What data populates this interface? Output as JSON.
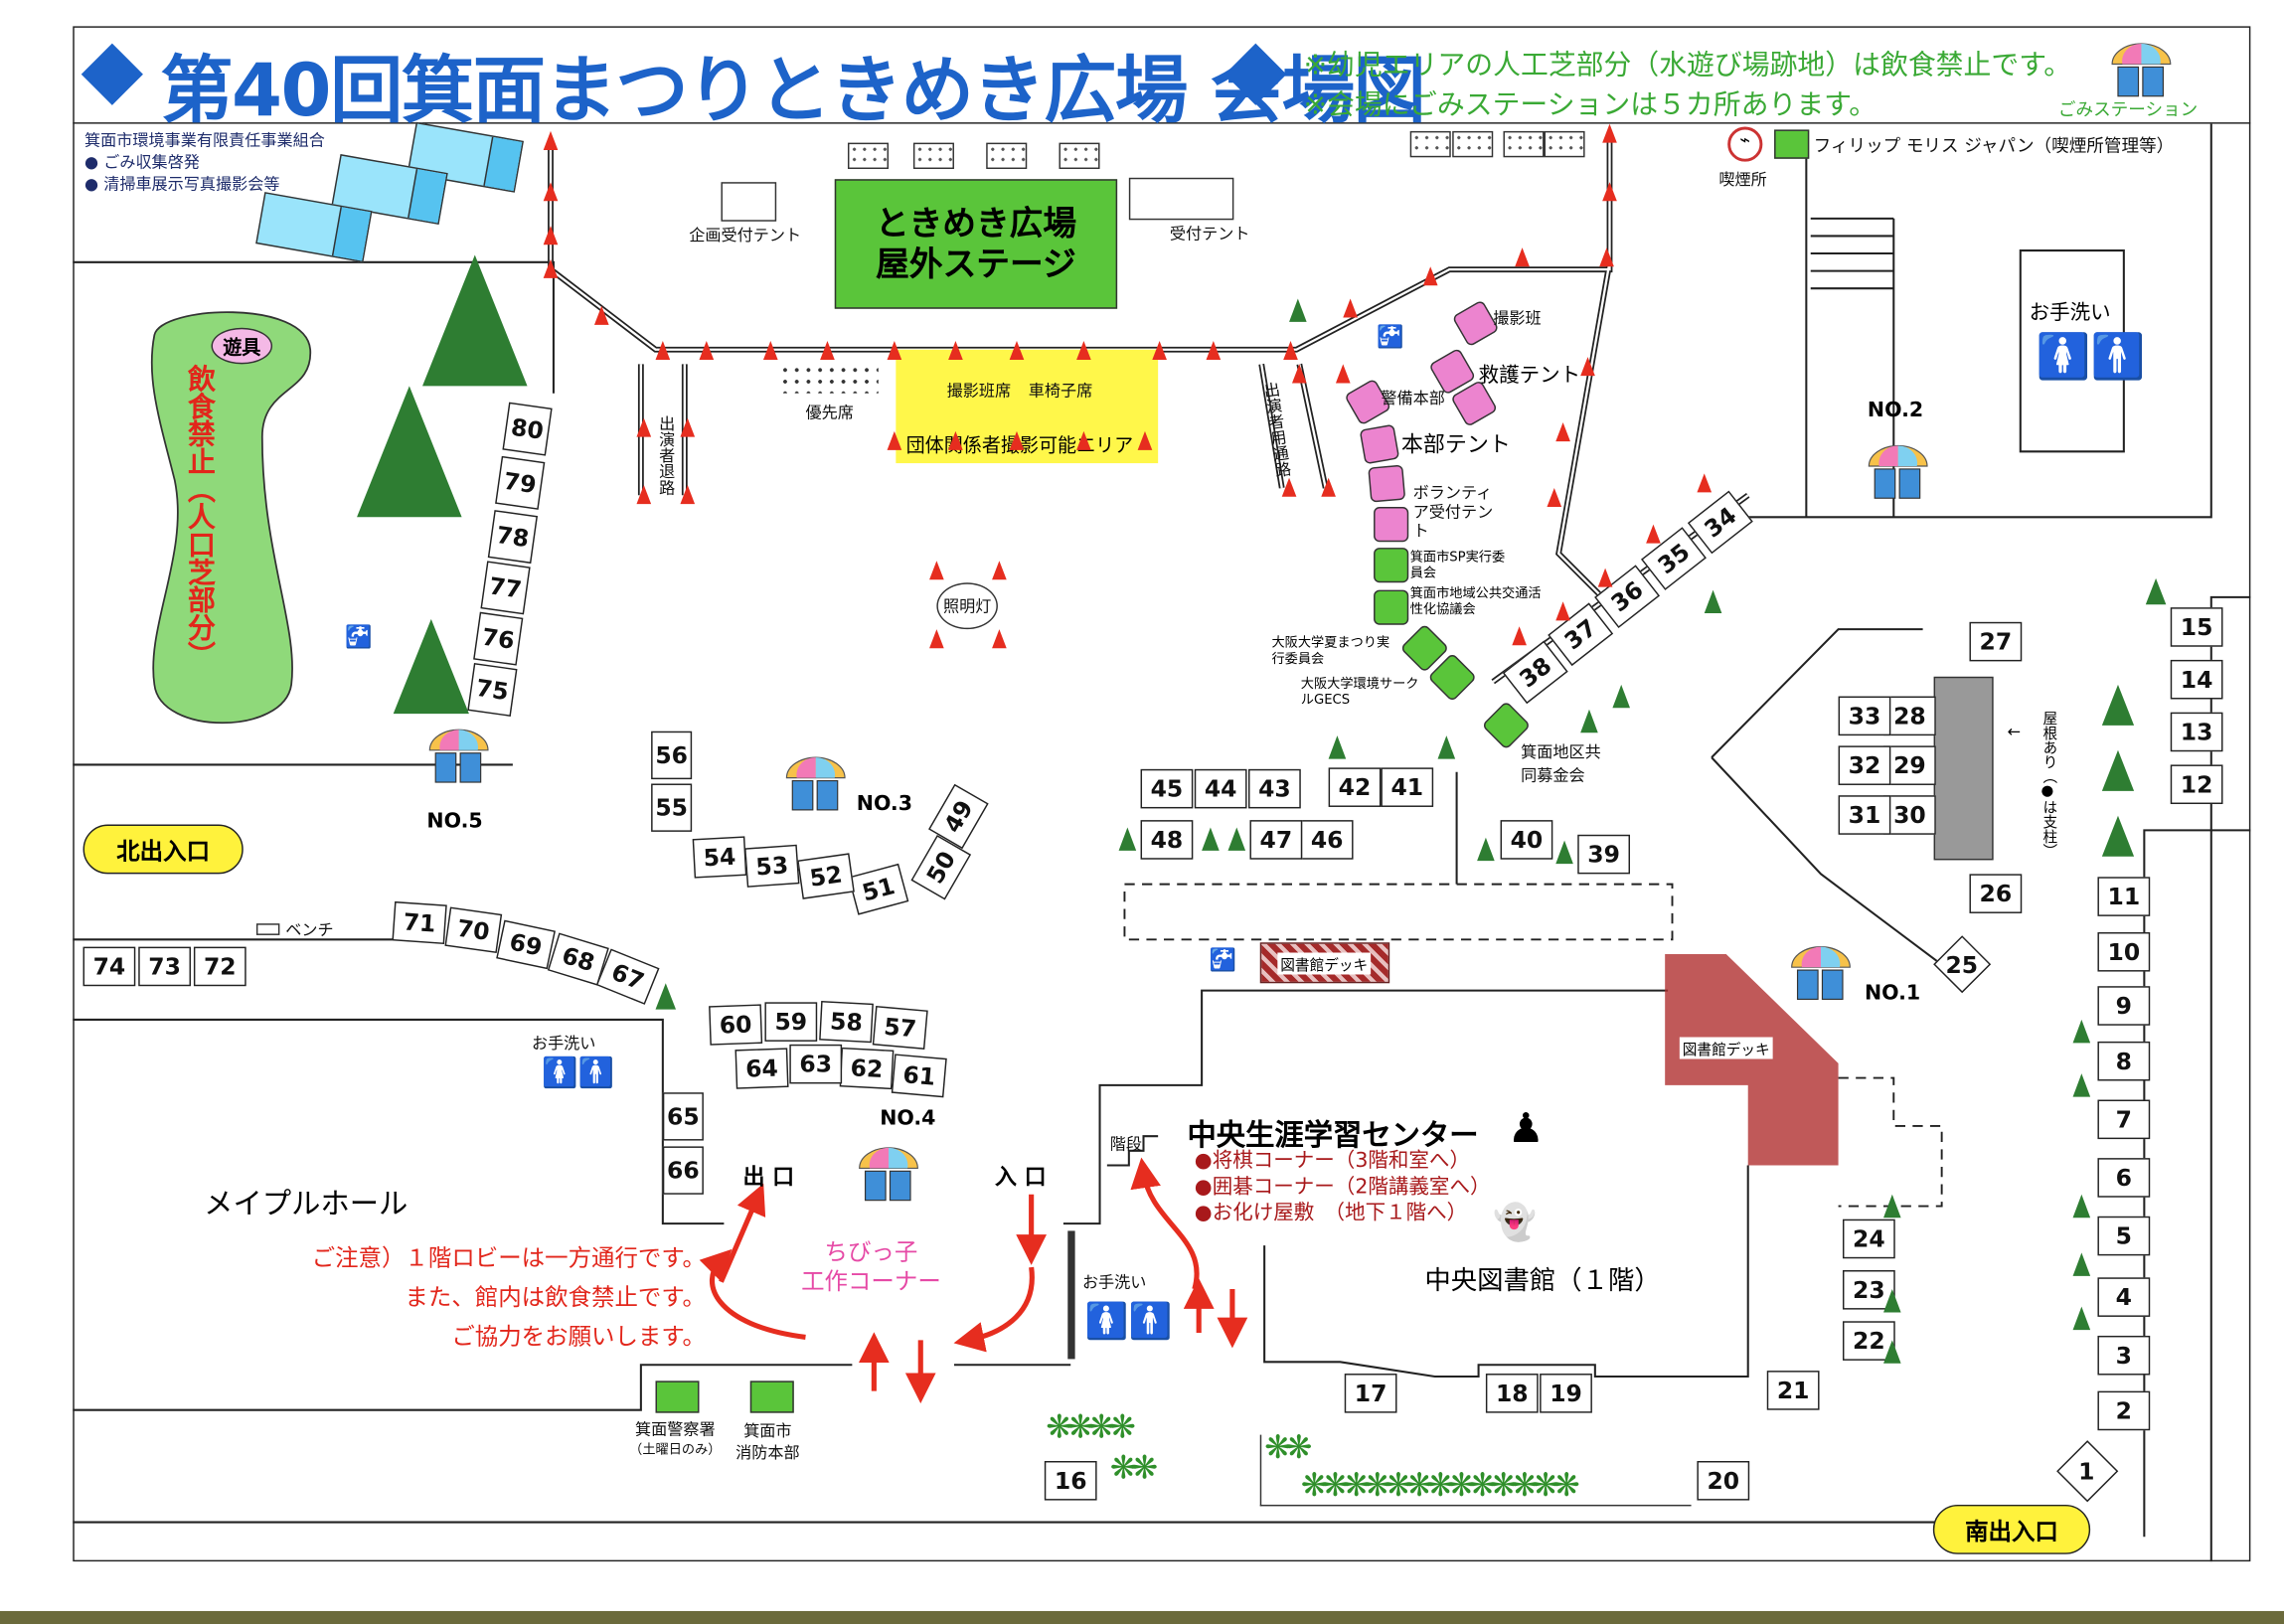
{
  "header": {
    "title": "第40回箕面まつりときめき広場 会場図",
    "notes": [
      "※幼児エリアの人工芝部分（水遊び場跡地）は飲食禁止です。",
      "※会場にごみステーションは５カ所あります。"
    ],
    "garbage_station_label": "ごみステーション"
  },
  "legend": {
    "smoking_label": "喫煙所",
    "pmj_label": "フィリップ モリス ジャパン（喫煙所管理等）"
  },
  "sponsor": {
    "name": "箕面市環境事業有限責任事業組合",
    "items": [
      "● ごみ収集啓発",
      "● 清掃車展示写真撮影会等"
    ]
  },
  "stage": {
    "line1": "ときめき広場",
    "line2": "屋外ステージ",
    "reception_planning": "企画受付テント",
    "reception": "受付テント",
    "priority_seats": "優先席",
    "camera_seats": "撮影班席",
    "wheelchair_seats": "車椅子席",
    "photo_area": "団体関係者撮影可能エリア",
    "performer_exit": "出演者退路",
    "performer_path": "出演者用通路",
    "light": "照明灯"
  },
  "tents": {
    "photo_team": "撮影班",
    "rescue": "救護テント",
    "security": "警備本部",
    "hq": "本部テント",
    "volunteer": "ボランティア受付テント",
    "sp_committee": "箕面市SP実行委員会",
    "transport": "箕面市地域公共交通活性化協議会",
    "osaka_summer": "大阪大学夏まつり実行委員会",
    "osaka_gecs": "大阪大学環境サークルGECS",
    "community_chest": "箕面地区共同募金会"
  },
  "play": {
    "toy": "遊具",
    "no_food": "飲食禁止（人口芝部分）"
  },
  "entrances": {
    "north": "北出入口",
    "south": "南出入口",
    "exit": "出 口",
    "enter": "入 口"
  },
  "stations": {
    "no1": "NO.1",
    "no2": "NO.2",
    "no3": "NO.3",
    "no4": "NO.4",
    "no5": "NO.5"
  },
  "facilities": {
    "bench": "ベンチ",
    "toilet": "お手洗い",
    "maple_hall": "メイプルホール",
    "stairs": "階段",
    "library_deck": "図書館デッキ",
    "roof_note": "屋根あり（●は支柱）",
    "kids_corner_1": "ちびっ子",
    "kids_corner_2": "工作コーナー",
    "police": "箕面警察署",
    "police_note": "（土曜日のみ）",
    "fire_1": "箕面市",
    "fire_2": "消防本部"
  },
  "center": {
    "name": "中央生涯学習センター",
    "items": [
      "●将棋コーナー（3階和室へ）",
      "●囲碁コーナー（2階講義室へ）",
      "●お化け屋敷　（地下１階へ）"
    ],
    "library": "中央図書館（１階）"
  },
  "caution": [
    "ご注意）１階ロビーは一方通行です。",
    "また、館内は飲食禁止です。",
    "ご協力をお願いします。"
  ],
  "booths": [
    "1",
    "2",
    "3",
    "4",
    "5",
    "6",
    "7",
    "8",
    "9",
    "10",
    "11",
    "12",
    "13",
    "14",
    "15",
    "16",
    "17",
    "18",
    "19",
    "20",
    "21",
    "22",
    "23",
    "24",
    "25",
    "26",
    "27",
    "28",
    "29",
    "30",
    "31",
    "32",
    "33",
    "34",
    "35",
    "36",
    "37",
    "38",
    "39",
    "40",
    "41",
    "42",
    "43",
    "44",
    "45",
    "46",
    "47",
    "48",
    "49",
    "50",
    "51",
    "52",
    "53",
    "54",
    "55",
    "56",
    "57",
    "58",
    "59",
    "60",
    "61",
    "62",
    "63",
    "64",
    "65",
    "66",
    "67",
    "68",
    "69",
    "70",
    "71",
    "72",
    "73",
    "74",
    "75",
    "76",
    "77",
    "78",
    "79",
    "80"
  ],
  "colors": {
    "title_blue": "#1d63c9",
    "note_green": "#3aa935",
    "cone_red": "#e62d1f",
    "tent_pink": "#ec84cf",
    "tent_green": "#5ac53a",
    "pill_yellow": "#fff23c"
  }
}
